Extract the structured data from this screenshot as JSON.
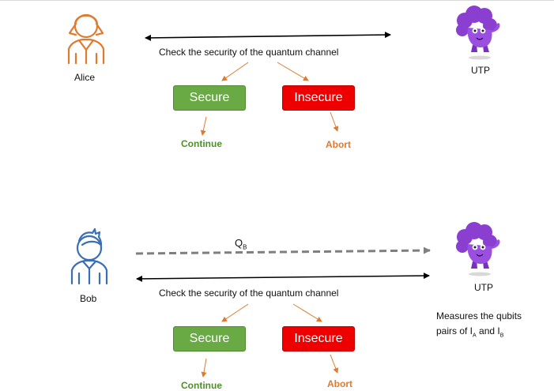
{
  "top": {
    "left_actor": "Alice",
    "right_actor": "UTP",
    "check_text": "Check the security of the quantum channel",
    "secure": "Secure",
    "insecure": "Insecure",
    "continue": "Continue",
    "abort": "Abort"
  },
  "bottom": {
    "left_actor": "Bob",
    "right_actor": "UTP",
    "qubit_label": "Q",
    "qubit_sub": "B",
    "check_text": "Check the security of the quantum channel",
    "secure": "Secure",
    "insecure": "Insecure",
    "continue": "Continue",
    "abort": "Abort",
    "measure_line1": "Measures the qubits",
    "measure_line2_prefix": "pairs of I",
    "measure_sub_a": "A",
    "measure_mid": " and I",
    "measure_sub_b": "B"
  },
  "colors": {
    "alice": "#e07a2e",
    "bob": "#3a6fb5",
    "arrow_orange": "#e07a2e",
    "secure_green": "#6aaa45",
    "insecure_red": "#ee0000",
    "mascot_purple": "#8a3fd1"
  },
  "icons": [
    "alice-person-icon",
    "bob-person-icon",
    "utp-mascot-icon"
  ]
}
